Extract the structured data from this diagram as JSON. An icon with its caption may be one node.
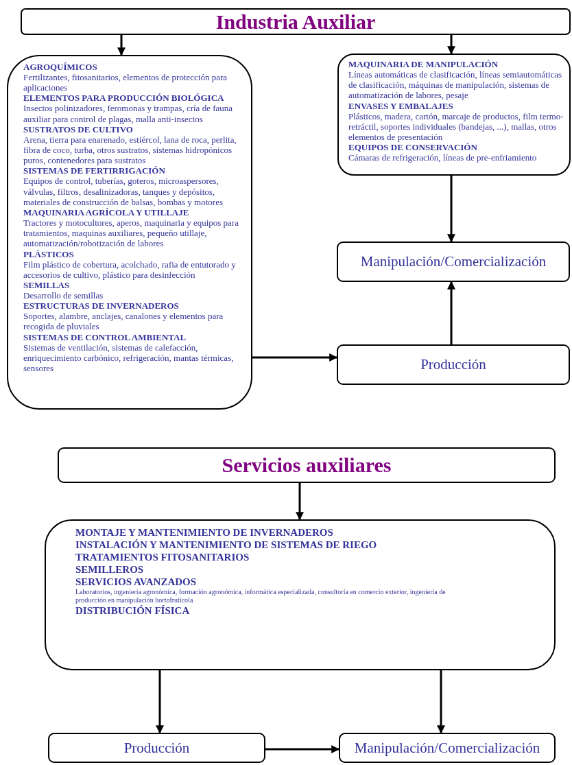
{
  "diagram": {
    "nodes": [
      {
        "text": [
          "Industria Auxiliar"
        ]
      },
      {
        "text": [
          "AGROQUÍMICOS",
          "Fertilizantes, fitosanitarios, elementos de protección para aplicaciones",
          "ELEMENTOS PARA PRODUCCIÓN BIOLÓGICA",
          "Insectos polinizadores, feromonas y trampas, cría de fauna auxiliar para control de plagas, malla anti-insectos",
          "SUSTRATOS DE CULTIVO",
          "Arena, tierra para enarenado, estiércol, lana de roca, perlita, fibra de coco, turba, otros sustratos, sistemas hidropónicos puros, contenedores para sustratos",
          "SISTEMAS DE FERTIRRIGACIÓN",
          "Equipos de control, tuberías, goteros, microaspersores, válvulas, filtros, desalinizadoras, tanques y depósitos, materiales de construcción de balsas, bombas y motores",
          "MAQUINARIA AGRÍCOLA Y UTILLAJE",
          "Tractores y motocultores, aperos, maquinaria y equipos para tratamientos, maquinas auxiliares, pequeño utillaje, automatización/robotización de labores",
          "PLÁSTICOS",
          "Film plástico de cobertura, acolchado, rafia de entutorado y accesorios de cultivo, plástico para desinfección",
          "SEMILLAS",
          "Desarrollo de semillas",
          "ESTRUCTURAS DE INVERNADEROS",
          "Soportes, alambre, anclajes, canalones y elementos para recogida de pluviales",
          "SISTEMAS DE CONTROL AMBIENTAL",
          "Sistemas de ventilación, sistemas de calefacción, enriquecimiento carbónico, refrigeración, mantas térmicas, sensores"
        ]
      },
      {
        "text": [
          "MAQUINARIA DE MANIPULACIÓN",
          "Líneas automáticas de clasificación, líneas semiautomáticas de clasificación, máquinas de manipulación, sistemas de automatización de labores, pesaje",
          "ENVASES Y EMBALAJES",
          "Plásticos, madera, cartón, marcaje de productos, film termo-retráctil, soportes individuales (bandejas, ...), mallas, otros elementos de presentación",
          "EQUIPOS DE CONSERVACIÓN",
          "Cámaras de refrigeración, líneas de pre-enfriamiento"
        ]
      },
      {
        "text": [
          "Manipulación/Comercialización"
        ]
      },
      {
        "text": [
          "Producción"
        ]
      },
      {
        "text": [
          "Servicios auxiliares"
        ]
      },
      {
        "text": [
          "MONTAJE Y MANTENIMIENTO DE INVERNADEROS",
          "INSTALACIÓN Y MANTENIMIENTO DE SISTEMAS DE RIEGO",
          "TRATAMIENTOS FITOSANITARIOS",
          "SEMILLEROS",
          "SERVICIOS AVANZADOS",
          "Laboratorios, ingeniería agronómica, formación agronómica, informática especializada, consultoría en comercio exterior, ingeniería de producción en manipulación hortofrutícola",
          "DISTRIBUCIÓN FÍSICA"
        ]
      },
      {
        "text": [
          "Producción"
        ]
      },
      {
        "text": [
          "Manipulación/Comercialización"
        ]
      }
    ],
    "edges": [
      {
        "from": 0,
        "to": 1,
        "arrow": "to"
      },
      {
        "from": 0,
        "to": 2,
        "arrow": "to"
      },
      {
        "from": 2,
        "to": 3,
        "arrow": "to"
      },
      {
        "from": 1,
        "to": 4,
        "arrow": "to"
      },
      {
        "from": 4,
        "to": 3,
        "arrow": "to"
      },
      {
        "from": 5,
        "to": 6,
        "arrow": "to"
      },
      {
        "from": 6,
        "to": 7,
        "arrow": "to"
      },
      {
        "from": 6,
        "to": 8,
        "arrow": "to"
      },
      {
        "from": 7,
        "to": 8,
        "arrow": "to"
      }
    ]
  }
}
